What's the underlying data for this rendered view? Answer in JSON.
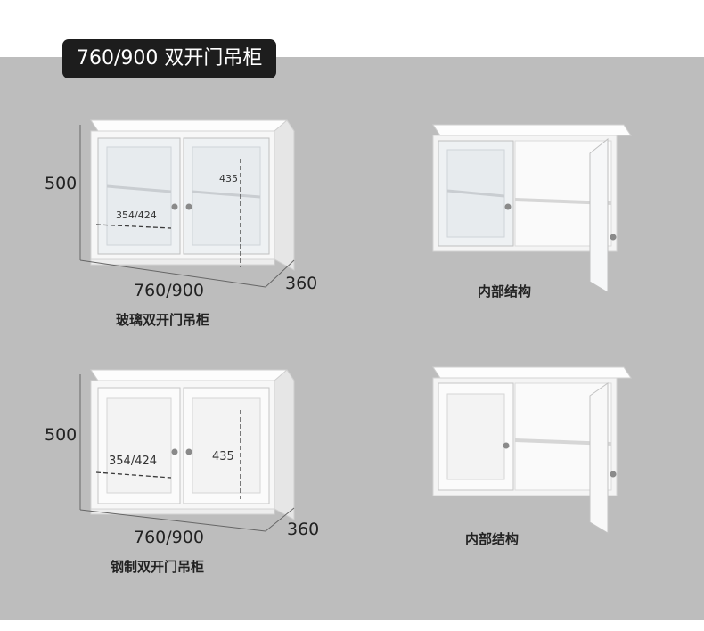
{
  "title": "760/900 双开门吊柜",
  "cabinets": [
    {
      "type": "glass",
      "height": "500",
      "width": "760/900",
      "depth": "360",
      "inner_height": "435",
      "shelf_width": "354/424",
      "caption": "玻璃双开门吊柜",
      "interior_caption": "内部结构"
    },
    {
      "type": "steel",
      "height": "500",
      "width": "760/900",
      "depth": "360",
      "inner_height": "435",
      "shelf_width": "354/424",
      "caption": "钢制双开门吊柜",
      "interior_caption": "内部结构"
    }
  ],
  "colors": {
    "background": "#bdbdbd",
    "badge": "#1d1d1d",
    "cabinet": "#f7f7f7"
  }
}
